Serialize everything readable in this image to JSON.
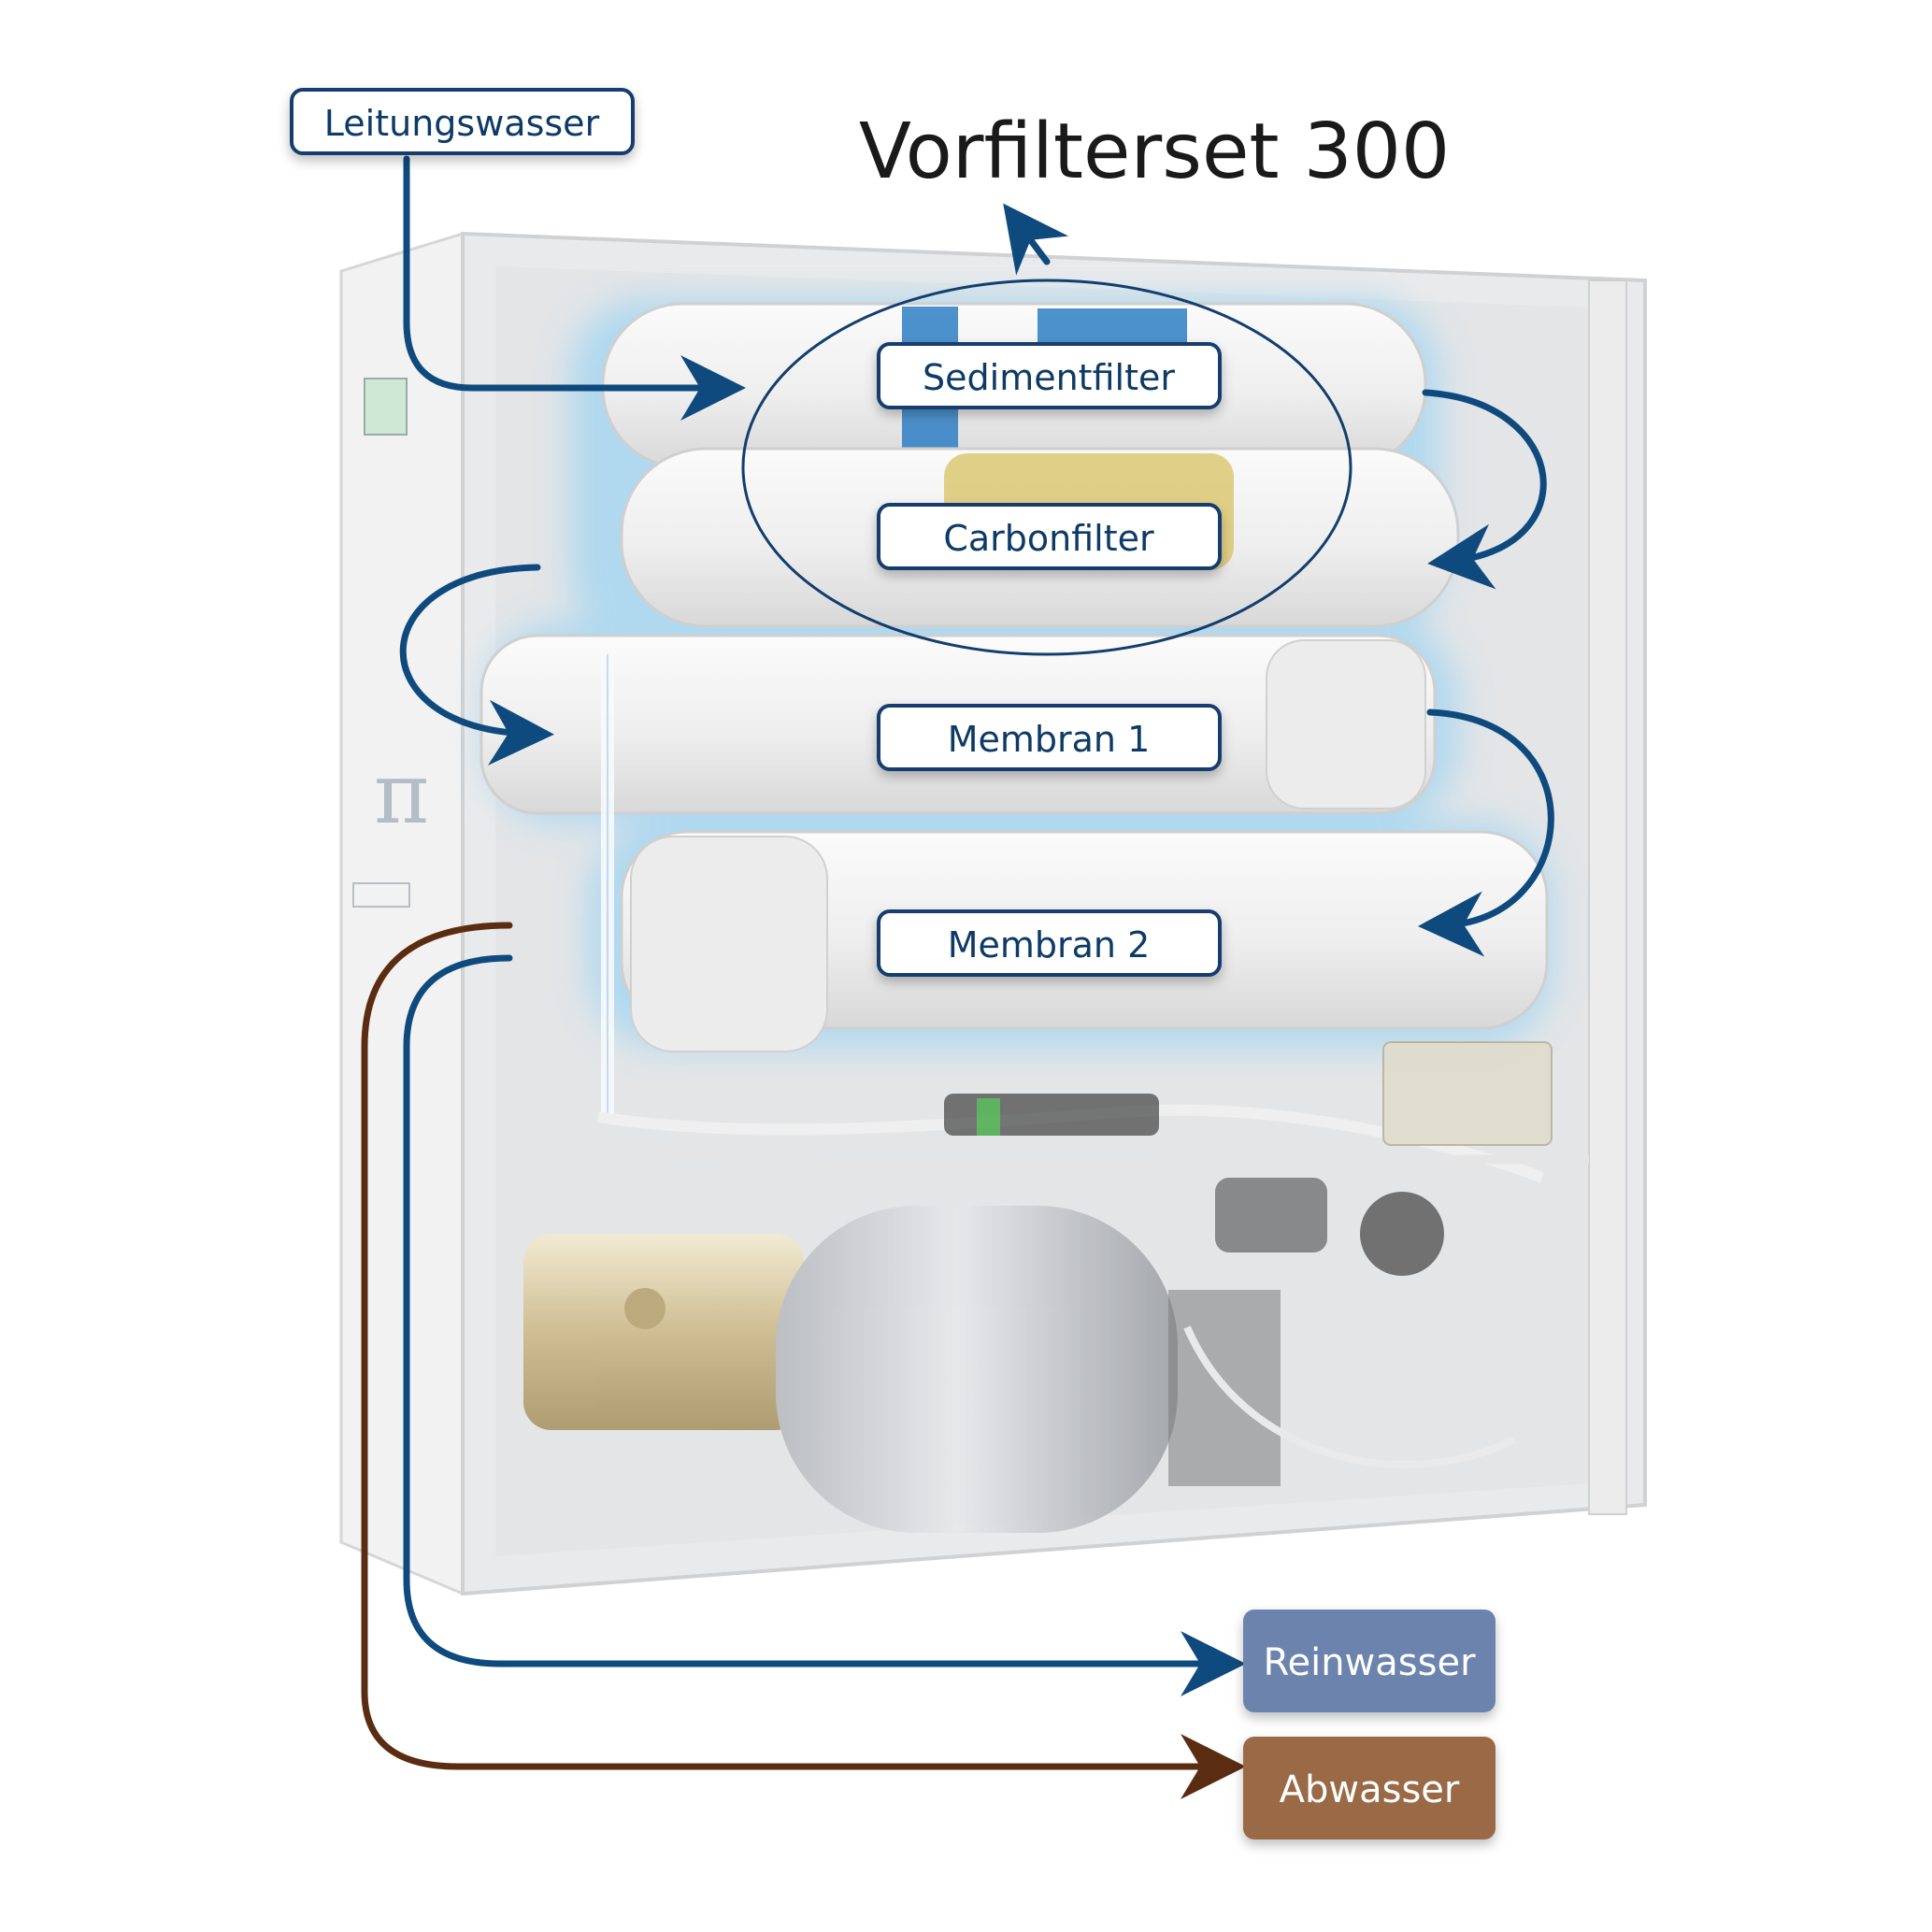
{
  "title": "Vorfilterset 300",
  "input": {
    "label": "Leitungswasser"
  },
  "filters": [
    {
      "id": "sediment",
      "label": "Sedimentfilter"
    },
    {
      "id": "carbon",
      "label": "Carbonfilter"
    },
    {
      "id": "membrane1",
      "label": "Membran 1"
    },
    {
      "id": "membrane2",
      "label": "Membran 2"
    }
  ],
  "outputs": [
    {
      "id": "clean",
      "label": "Reinwasser",
      "color": "#6c84ad"
    },
    {
      "id": "waste",
      "label": "Abwasser",
      "color": "#9a6b47"
    }
  ],
  "colors": {
    "flow_arrow": "#0f4a7e",
    "waste_arrow": "#5a2d12",
    "label_border": "#123e6e",
    "label_text": "#0d3a66",
    "glow": "#9fd4f2",
    "device_panel": "#e6e8ea"
  }
}
